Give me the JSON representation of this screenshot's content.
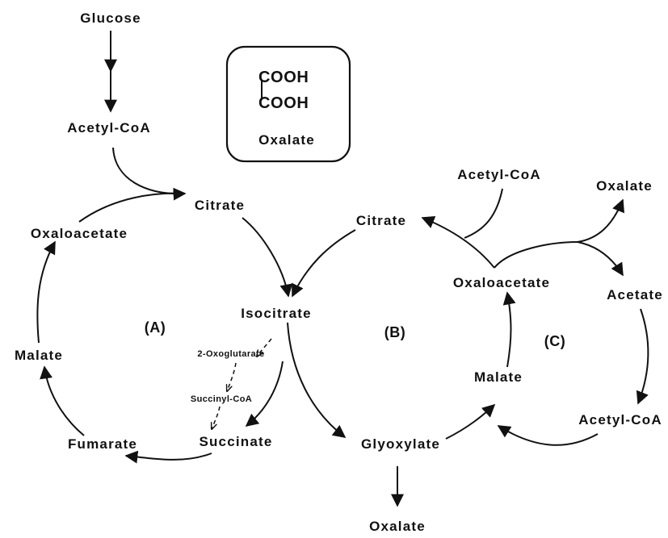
{
  "pathway": {
    "glucose": "Glucose",
    "acetyl_coa_top": "Acetyl-CoA",
    "citrate_a": "Citrate",
    "oxaloacetate_a": "Oxaloacetate",
    "isocitrate": "Isocitrate",
    "malate_a": "Malate",
    "fumarate": "Fumarate",
    "succinate": "Succinate",
    "oxoglutarate": "2-Oxoglutarate",
    "succinyl_coa": "Succinyl-CoA",
    "citrate_b": "Citrate",
    "glyoxylate": "Glyoxylate",
    "oxalate_bottom": "Oxalate",
    "acetyl_coa_b": "Acetyl-CoA",
    "oxaloacetate_b": "Oxaloacetate",
    "malate_b": "Malate",
    "oxalate_right": "Oxalate",
    "acetate": "Acetate",
    "acetyl_coa_c": "Acetyl-CoA"
  },
  "cycles": {
    "a": "(A)",
    "b": "(B)",
    "c": "(C)"
  },
  "structure_box": {
    "line1": "COOH",
    "line2": "COOH",
    "name": "Oxalate"
  }
}
